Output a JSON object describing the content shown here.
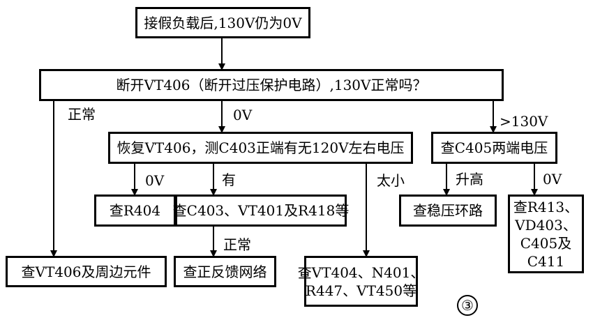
{
  "nodes": {
    "start": "接假负载后,130V仍为0V",
    "disconnect": "断开VT406（断开过压保护电路）,130V正常吗？",
    "restore": "恢复VT406，测C403正端有无120V左右电压",
    "check_c405": "查C405两端电压",
    "check_r404": "查R404",
    "check_c403": "查C403、VT401及R418等",
    "check_feedback": "查正反馈网络",
    "check_vt406": "查VT406及周边元件",
    "check_vt404_line1": "查VT404、N401、",
    "check_vt404_line2": "R447、VT450等",
    "check_regulator": "查稳压环路",
    "check_r413_line1": "查R413、",
    "check_r413_line2": "VD403、",
    "check_r413_line3": "C405及",
    "check_r413_line4": "C411"
  },
  "edge_labels": {
    "normal_left": "正常",
    "zero_v_mid": "0V",
    "over_130v": ">130V",
    "zero_v_r404": "0V",
    "yes": "有",
    "too_small": "太小",
    "rise": "升高",
    "zero_v_right": "0V",
    "normal_feedback": "正常"
  },
  "figure_number": "③"
}
